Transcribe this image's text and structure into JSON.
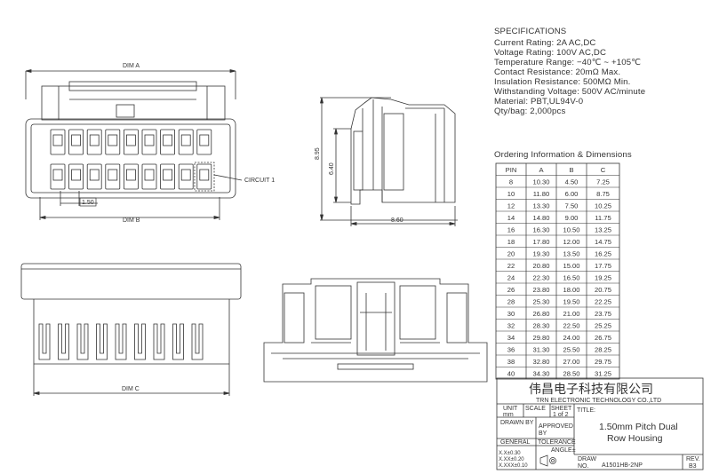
{
  "specifications": {
    "heading": "SPECIFICATIONS",
    "lines": [
      "Current Rating: 2A AC,DC",
      "Voltage Rating: 100V AC,DC",
      "Temperature Range: −40℃ ~ +105℃",
      "Contact Resistance: 20mΩ Max.",
      "Insulation Resistance: 500MΩ Min.",
      "Withstanding Voltage: 500V AC/minute",
      "Material: PBT,UL94V-0",
      "Qty/bag: 2,000pcs"
    ]
  },
  "ordering": {
    "heading": "Ordering Information & Dimensions",
    "columns": [
      "PIN",
      "A",
      "B",
      "C"
    ],
    "rows": [
      [
        "8",
        "10.30",
        "4.50",
        "7.25"
      ],
      [
        "10",
        "11.80",
        "6.00",
        "8.75"
      ],
      [
        "12",
        "13.30",
        "7.50",
        "10.25"
      ],
      [
        "14",
        "14.80",
        "9.00",
        "11.75"
      ],
      [
        "16",
        "16.30",
        "10.50",
        "13.25"
      ],
      [
        "18",
        "17.80",
        "12.00",
        "14.75"
      ],
      [
        "20",
        "19.30",
        "13.50",
        "16.25"
      ],
      [
        "22",
        "20.80",
        "15.00",
        "17.75"
      ],
      [
        "24",
        "22.30",
        "16.50",
        "19.25"
      ],
      [
        "26",
        "23.80",
        "18.00",
        "20.75"
      ],
      [
        "28",
        "25.30",
        "19.50",
        "22.25"
      ],
      [
        "30",
        "26.80",
        "21.00",
        "23.75"
      ],
      [
        "32",
        "28.30",
        "22.50",
        "25.25"
      ],
      [
        "34",
        "29.80",
        "24.00",
        "26.75"
      ],
      [
        "36",
        "31.30",
        "25.50",
        "28.25"
      ],
      [
        "38",
        "32.80",
        "27.00",
        "29.75"
      ],
      [
        "40",
        "34.30",
        "28.50",
        "31.25"
      ]
    ]
  },
  "dimensions": {
    "dim_a": "DIM A",
    "dim_b": "DIM B",
    "dim_c": "DIM C",
    "pitch": "1.50",
    "circuit": "CIRCUIT 1",
    "height_total": "8.95",
    "height_body": "6.40",
    "depth": "8.60"
  },
  "title_block": {
    "company_cn": "伟昌电子科技有限公司",
    "company_en": "TRN ELECTRONIC TECHNOLOGY CO.,LTD",
    "unit_label": "UNIT",
    "unit_value": "mm",
    "scale_label": "SCALE",
    "sheet_label": "SHEET",
    "sheet_value": "1 of 2",
    "title_label": "TITLE:",
    "title_line1": "1.50mm Pitch Dual",
    "title_line2": "Row Housing",
    "drawn_by_label": "DRAWN BY",
    "approved_label": "APPROVED",
    "approved_by_label": "BY",
    "general_label": "GENERAL",
    "tolerance_label": "TOLERANCE",
    "angle_label": "ANGLE±",
    "tol_lines": [
      "X.X±0.30",
      "X.XX±0.20",
      "X.XXX±0.10"
    ],
    "draw_no_label_1": "DRAW",
    "draw_no_label_2": "NO.",
    "draw_no_value": "A1501HB-2NP",
    "rev_label": "REV.",
    "rev_value": "B3"
  }
}
